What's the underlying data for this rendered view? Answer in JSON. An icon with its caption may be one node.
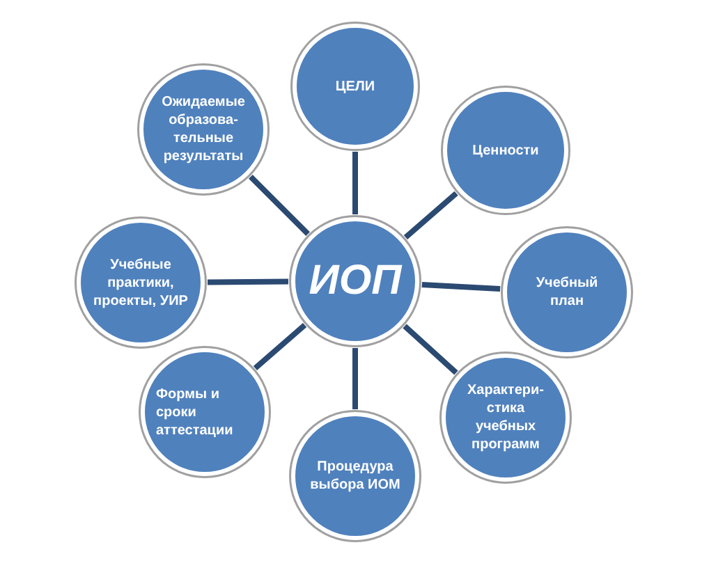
{
  "diagram": {
    "nodes": [
      {
        "text": [
          "ИОП"
        ]
      },
      {
        "text": [
          "ЦЕЛИ"
        ]
      },
      {
        "text": [
          "Ценности"
        ]
      },
      {
        "text": [
          "Учебный план"
        ]
      },
      {
        "text": [
          "Характери-стика учебных программ"
        ]
      },
      {
        "text": [
          "Процедура выбора ИОМ"
        ]
      },
      {
        "text": [
          "Формы и сроки аттестации"
        ]
      },
      {
        "text": [
          "Учебные практики, проекты, УИР"
        ]
      },
      {
        "text": [
          "Ожидаемые образова-тельные результаты"
        ]
      }
    ],
    "edges": [
      {
        "from": 0,
        "to": 1,
        "arrow": "none"
      },
      {
        "from": 0,
        "to": 2,
        "arrow": "none"
      },
      {
        "from": 0,
        "to": 3,
        "arrow": "none"
      },
      {
        "from": 0,
        "to": 4,
        "arrow": "none"
      },
      {
        "from": 0,
        "to": 5,
        "arrow": "none"
      },
      {
        "from": 0,
        "to": 6,
        "arrow": "none"
      },
      {
        "from": 0,
        "to": 7,
        "arrow": "none"
      },
      {
        "from": 0,
        "to": 8,
        "arrow": "none"
      }
    ]
  }
}
